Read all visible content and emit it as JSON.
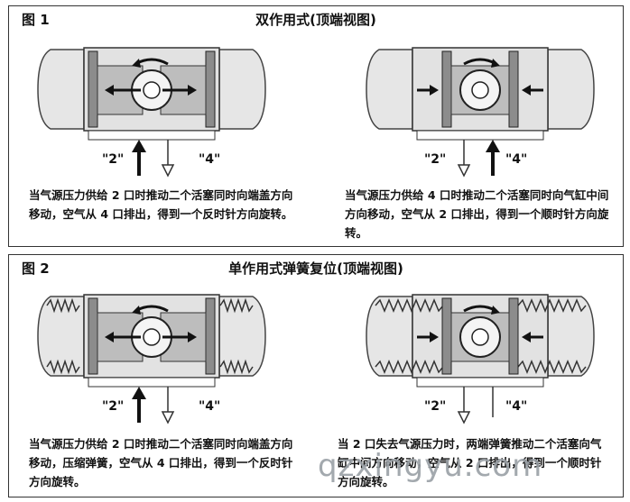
{
  "figure1": {
    "label": "图 1",
    "title": "双作用式(顶端视图)",
    "left": {
      "port2": "\"2\"",
      "port4": "\"4\"",
      "caption": "当气源压力供给 2 口时推动二个活塞同时向端盖方向移动，空气从 4 口排出，得到一个反时针方向旋转。"
    },
    "right": {
      "port2": "\"2\"",
      "port4": "\"4\"",
      "caption": "当气源压力供给 4 口时推动二个活塞同时向气缸中间方向移动，空气从 2 口排出，得到一个顺时针方向旋转。"
    }
  },
  "figure2": {
    "label": "图 2",
    "title": "单作用式弹簧复位(顶端视图)",
    "left": {
      "port2": "\"2\"",
      "port4": "\"4\"",
      "caption": "当气源压力供给 2 口时推动二个活塞同时向端盖方向移动，压缩弹簧，空气从 4 口排出，得到一个反时针方向旋转。"
    },
    "right": {
      "port2": "\"2\"",
      "port4": "\"4\"",
      "caption": "当 2 口失去气源压力时，两端弹簧推动二个活塞向气缸中间方向移动，空气从 2 口排出，得到一个顺时针方向旋转。"
    }
  },
  "watermark": "qzxingyu.com",
  "colors": {
    "body": "#e2e2e2",
    "piston": "#8c8c8c",
    "dark": "#222222",
    "frame": "#444444"
  }
}
